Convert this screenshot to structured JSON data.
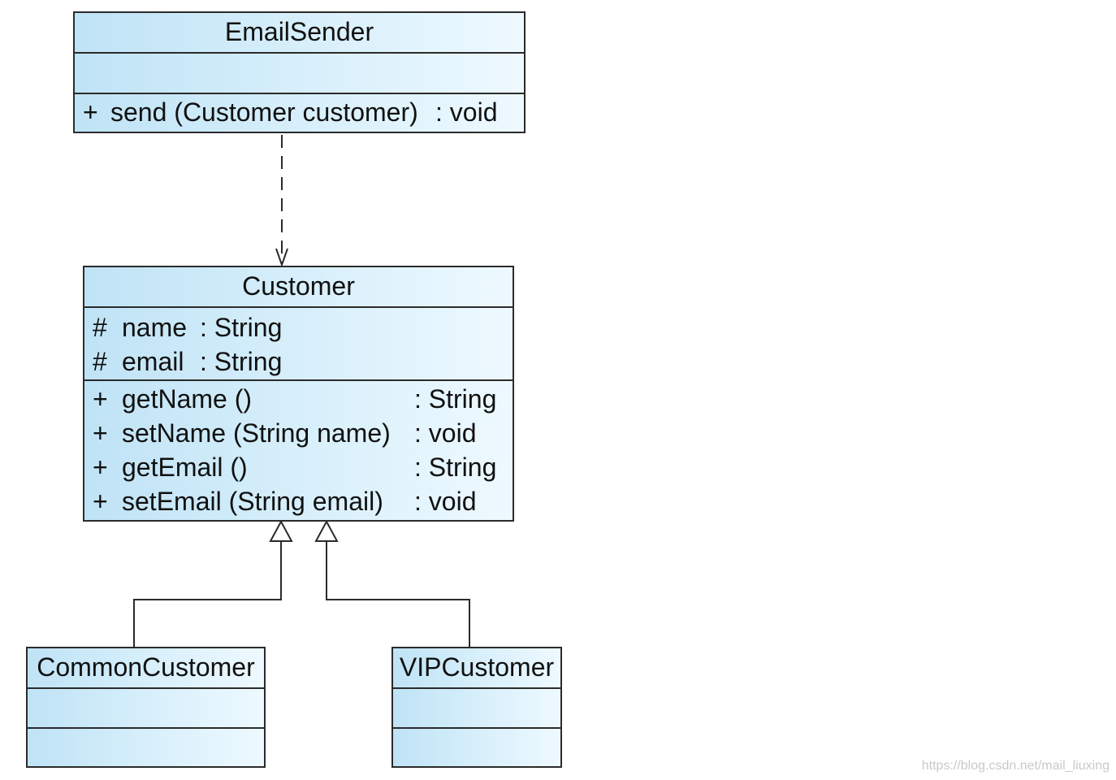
{
  "email_sender": {
    "name": "EmailSender",
    "op_vis": "+",
    "op_sig": "send (Customer customer)",
    "op_type": ": void"
  },
  "customer": {
    "name": "Customer",
    "attributes": [
      {
        "vis": "#",
        "name": "name",
        "type": ": String"
      },
      {
        "vis": "#",
        "name": "email",
        "type": ": String"
      }
    ],
    "operations": [
      {
        "vis": "+",
        "sig": "getName ()",
        "type": ": String"
      },
      {
        "vis": "+",
        "sig": "setName (String name)",
        "type": ": void"
      },
      {
        "vis": "+",
        "sig": "getEmail ()",
        "type": ": String"
      },
      {
        "vis": "+",
        "sig": "setEmail (String email)",
        "type": ": void"
      }
    ]
  },
  "common_customer": {
    "name": "CommonCustomer"
  },
  "vip_customer": {
    "name": "VIPCustomer"
  },
  "watermark": "https://blog.csdn.net/mail_liuxing"
}
